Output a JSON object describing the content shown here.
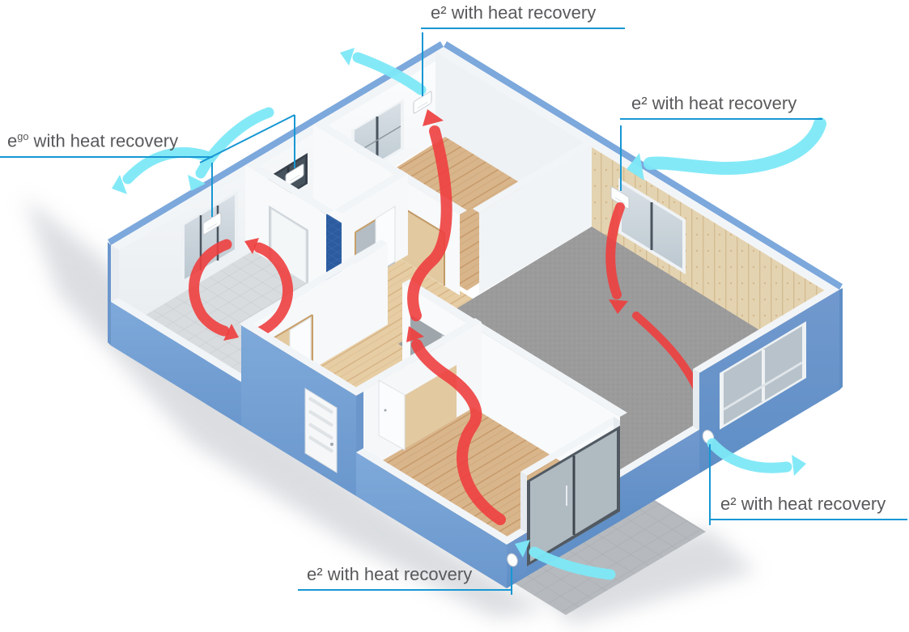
{
  "labels": {
    "top": {
      "base": "e",
      "sup": "²",
      "rest": " with heat recovery"
    },
    "right": {
      "base": "e",
      "sup": "²",
      "rest": " with heat recovery"
    },
    "left": {
      "base": "e",
      "sup": "go",
      "rest": " with heat recovery"
    },
    "bottom_right": {
      "base": "e",
      "sup": "²",
      "rest": " with heat recovery"
    },
    "bottom_center": {
      "base": "e",
      "sup": "²",
      "rest": " with heat recovery"
    }
  },
  "colors": {
    "connector_blue": "#1797d3",
    "label_text": "#58595b",
    "supply_air_red": "#ee3f3f",
    "fresh_air_cyan": "#7de8f7",
    "facade_blue": "#6f9dd2",
    "background": "#ffffff"
  }
}
